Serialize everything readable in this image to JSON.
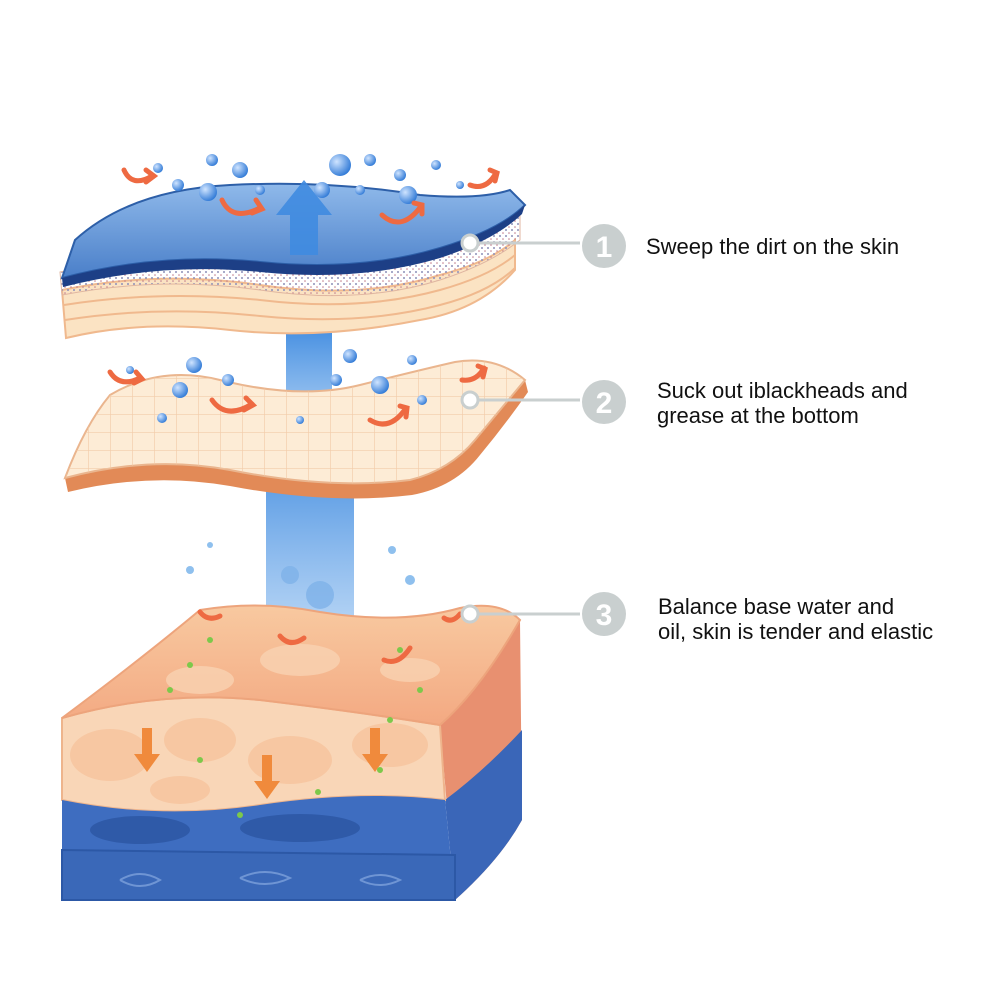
{
  "steps": [
    {
      "number": "1",
      "lines": [
        "Sweep the dirt on the skin"
      ]
    },
    {
      "number": "2",
      "lines": [
        "Suck out iblackheads and",
        "grease at the bottom"
      ]
    },
    {
      "number": "3",
      "lines": [
        "Balance base water and",
        "oil, skin is tender and elastic"
      ]
    }
  ],
  "colors": {
    "callout": "#c9cfcf",
    "water": "#3f7fd0",
    "skin": "#f6c9a4",
    "arrow": "#ee6a42",
    "bubble": "#3f8be0"
  }
}
